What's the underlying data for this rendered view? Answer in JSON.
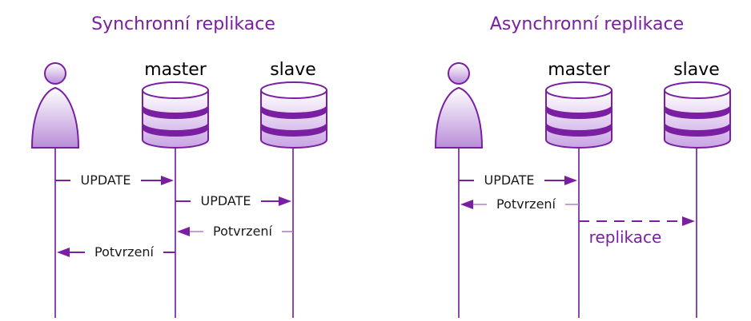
{
  "colors": {
    "accent": "#7a1fa2",
    "accent_light": "#b37fcf",
    "fill_top": "#ffffff",
    "fill_bottom": "#b98ed8"
  },
  "icons": {
    "actor": "person-silhouette-icon",
    "db": "database-cylinder-icon"
  },
  "sync": {
    "title": "Synchronní replikace",
    "master_label": "master",
    "slave_label": "slave",
    "msg1": "UPDATE",
    "msg2": "UPDATE",
    "msg3": "Potvrzení",
    "msg4": "Potvrzení"
  },
  "async": {
    "title": "Asynchronní replikace",
    "master_label": "master",
    "slave_label": "slave",
    "msg1": "UPDATE",
    "msg2": "Potvrzení",
    "msg3": "replikace"
  }
}
